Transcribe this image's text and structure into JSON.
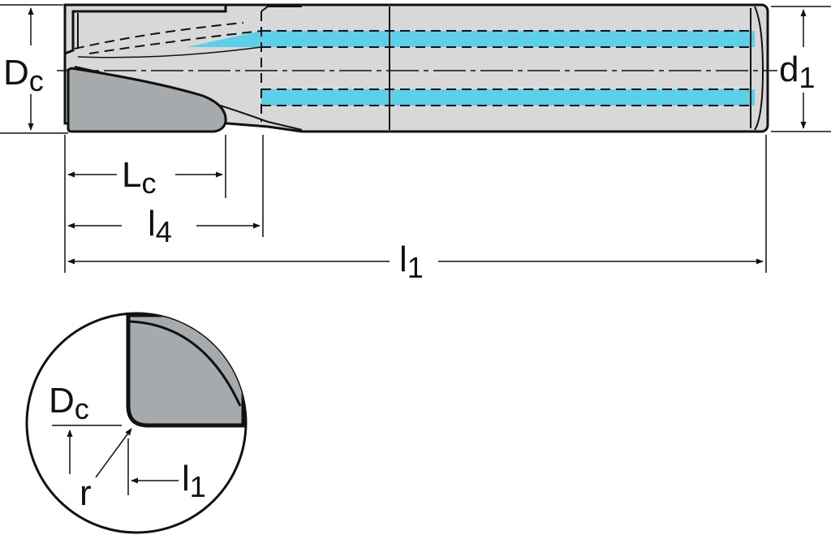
{
  "colors": {
    "line": "#111111",
    "shank": "#d8d8d8",
    "insert": "#a6aaad",
    "coolant": "#5ad0ea",
    "background": "#ffffff"
  },
  "labels": {
    "dc_main": {
      "base": "D",
      "sub": "c"
    },
    "d1": {
      "base": "d",
      "sub": "1"
    },
    "lc": {
      "base": "L",
      "sub": "c"
    },
    "l4": {
      "base": "l",
      "sub": "4"
    },
    "l1_main": {
      "base": "l",
      "sub": "1"
    },
    "dc_detail": {
      "base": "D",
      "sub": "c"
    },
    "r_detail": {
      "base": "r"
    },
    "l1_detail": {
      "base": "l",
      "sub": "1"
    }
  }
}
